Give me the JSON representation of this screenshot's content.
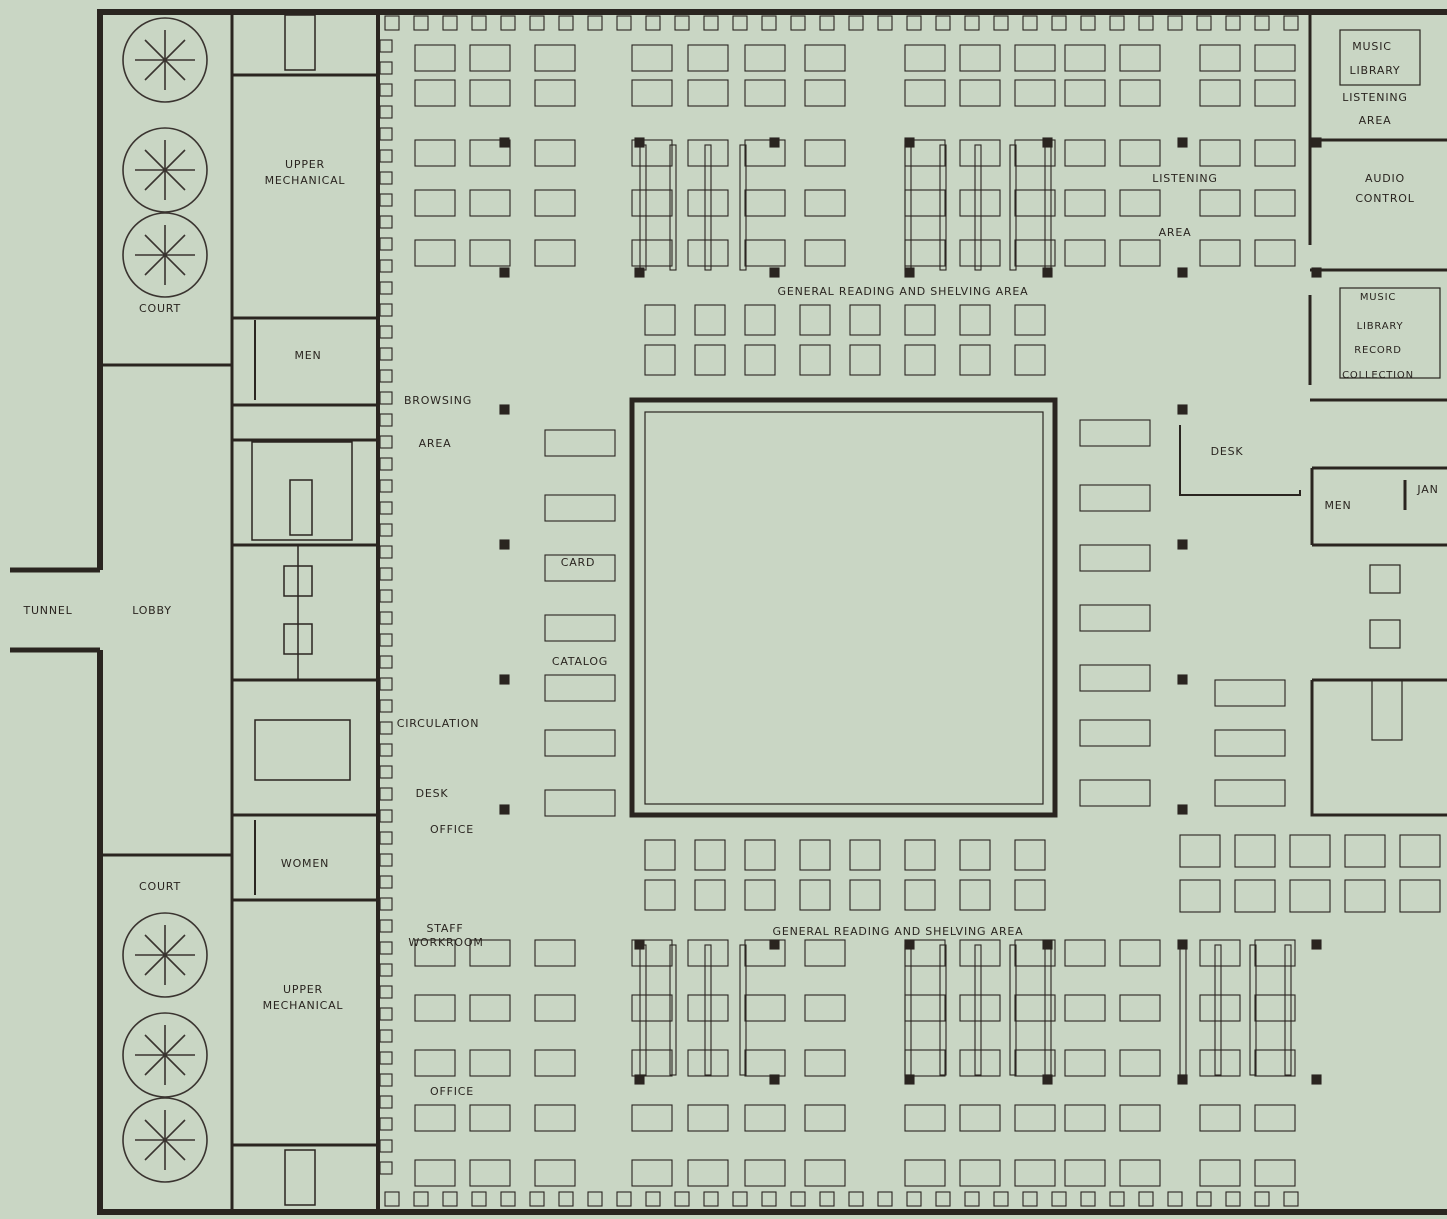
{
  "colors": {
    "paper": "#c9d6c4",
    "ink": "#2a2520",
    "tree": "#3a3430"
  },
  "labels": {
    "music_library_listening": [
      "MUSIC",
      "LIBRARY",
      "LISTENING",
      "AREA"
    ],
    "audio_control": [
      "AUDIO",
      "CONTROL"
    ],
    "upper_mechanical_top": [
      "UPPER",
      "MECHANICAL"
    ],
    "upper_mechanical_bottom": [
      "UPPER",
      "MECHANICAL"
    ],
    "court_top": "COURT",
    "court_bottom": "COURT",
    "men_left": "MEN",
    "men_right": "MEN",
    "women": "WOMEN",
    "jan": "JAN",
    "listening_area": [
      "LISTENING",
      "AREA"
    ],
    "general_reading_top": "GENERAL READING AND SHELVING AREA",
    "general_reading_bottom": "GENERAL READING AND SHELVING AREA",
    "music_record": [
      "MUSIC",
      "LIBRARY",
      "RECORD",
      "COLLECTION"
    ],
    "browsing_area": [
      "BROWSING",
      "AREA"
    ],
    "desk_right": "DESK",
    "card_catalog": [
      "CARD",
      "CATALOG"
    ],
    "tunnel": "TUNNEL",
    "lobby": "LOBBY",
    "circulation_desk": [
      "CIRCULATION",
      "DESK"
    ],
    "office_top": "OFFICE",
    "staff_workroom": [
      "STAFF",
      "WORKROOM"
    ],
    "office_bottom": "OFFICE"
  }
}
